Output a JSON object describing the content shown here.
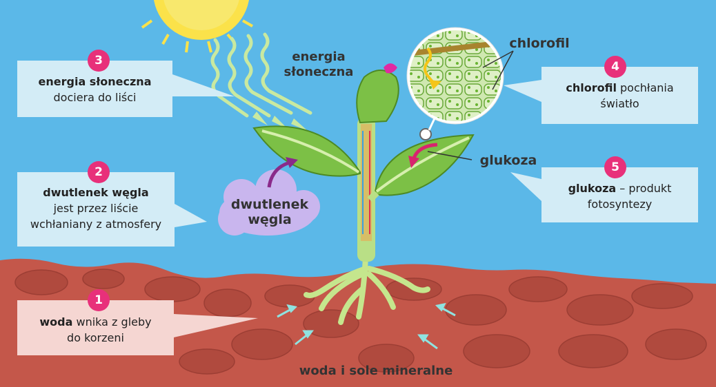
{
  "callouts": {
    "c1": {
      "number": "1",
      "bold": "woda",
      "rest": " wnika z gleby",
      "line2": "do korzeni"
    },
    "c2": {
      "number": "2",
      "bold": "dwutlenek węgla",
      "line2": "jest przez liście",
      "line3": "wchłaniany z atmosfery"
    },
    "c3": {
      "number": "3",
      "bold": "energia słoneczna",
      "line2": "dociera do liści"
    },
    "c4": {
      "number": "4",
      "bold": "chlorofil",
      "rest": " pochłania",
      "line2": "światło"
    },
    "c5": {
      "number": "5",
      "bold": "glukoza",
      "rest": " – produkt",
      "line2": "fotosyntezy"
    }
  },
  "labels": {
    "sun_energy_1": "energia",
    "sun_energy_2": "słoneczna",
    "co2_1": "dwutlenek",
    "co2_2": "węgla",
    "chlorophyll": "chlorofil",
    "glucose": "glukoza",
    "water_minerals": "woda i sole mineralne"
  },
  "colors": {
    "sky": "#5bb8e8",
    "soil": "#c4574a",
    "callout_bg": "#d3ecf6",
    "badge": "#e8307a",
    "leaf": "#7cc046",
    "cloud": "#c9b6ee"
  }
}
